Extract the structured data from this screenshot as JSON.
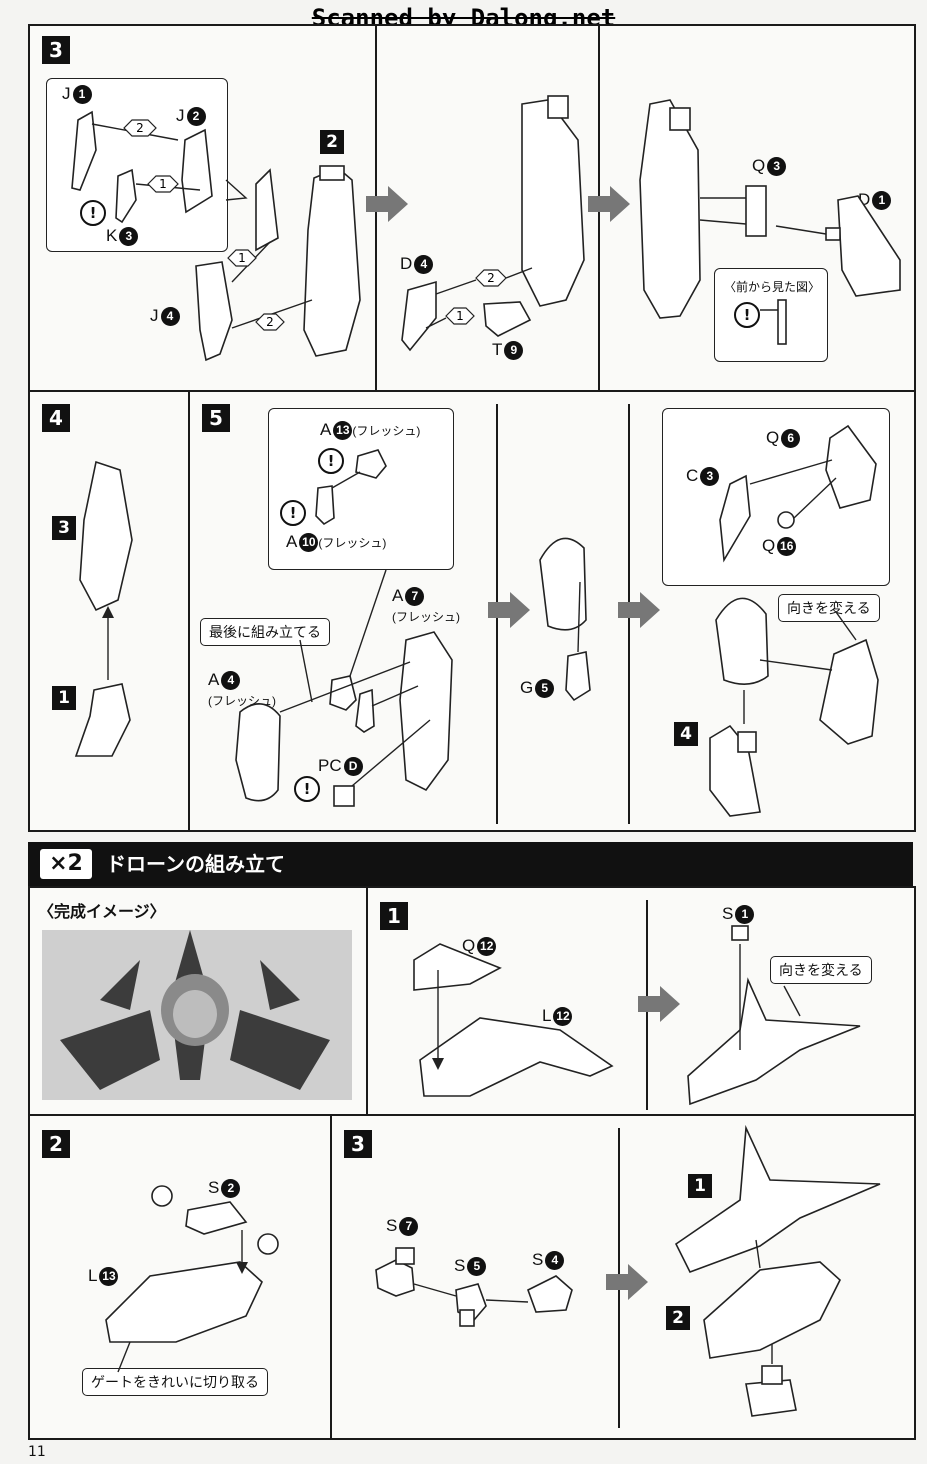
{
  "watermark": "Scanned by Dalong.net",
  "page_number": "11",
  "section": {
    "multiplier": "×2",
    "title": "ドローンの組み立て",
    "completed_image_label": "〈完成イメージ〉"
  },
  "steps": {
    "s3": "3",
    "s4": "4",
    "s5": "5",
    "d1": "1",
    "d2": "2",
    "d3": "3"
  },
  "sub_markers": {
    "two": "2",
    "three": "3",
    "one": "1",
    "four": "4",
    "d_one": "1",
    "d_two": "2"
  },
  "seq": {
    "one": "1",
    "two": "2"
  },
  "parts": {
    "j1": {
      "letter": "J",
      "num": "1"
    },
    "j2": {
      "letter": "J",
      "num": "2"
    },
    "k3": {
      "letter": "K",
      "num": "3"
    },
    "j4": {
      "letter": "J",
      "num": "4"
    },
    "d4": {
      "letter": "D",
      "num": "4"
    },
    "t9": {
      "letter": "T",
      "num": "9"
    },
    "q3": {
      "letter": "Q",
      "num": "3"
    },
    "d1": {
      "letter": "D",
      "num": "1"
    },
    "a13": {
      "letter": "A",
      "num": "13",
      "note": "(フレッシュ)"
    },
    "a10": {
      "letter": "A",
      "num": "10",
      "note": "(フレッシュ)"
    },
    "a7": {
      "letter": "A",
      "num": "7",
      "note": "(フレッシュ)"
    },
    "a4": {
      "letter": "A",
      "num": "4",
      "note": "(フレッシュ)"
    },
    "pcd": {
      "letter": "PC",
      "num": "D"
    },
    "g5": {
      "letter": "G",
      "num": "5"
    },
    "q6": {
      "letter": "Q",
      "num": "6"
    },
    "c3": {
      "letter": "C",
      "num": "3"
    },
    "q16": {
      "letter": "Q",
      "num": "16"
    },
    "q12": {
      "letter": "Q",
      "num": "12"
    },
    "l12": {
      "letter": "L",
      "num": "12"
    },
    "s1": {
      "letter": "S",
      "num": "1"
    },
    "s2": {
      "letter": "S",
      "num": "2"
    },
    "l13": {
      "letter": "L",
      "num": "13"
    },
    "s7": {
      "letter": "S",
      "num": "7"
    },
    "s5": {
      "letter": "S",
      "num": "5"
    },
    "s4": {
      "letter": "S",
      "num": "4"
    }
  },
  "notes": {
    "front_view": "〈前から見た図〉",
    "assemble_last": "最後に組み立てる",
    "change_direction": "向きを変える",
    "change_direction_2": "向きを変える",
    "cut_gate": "ゲートをきれいに切り取る",
    "warn": "!"
  }
}
